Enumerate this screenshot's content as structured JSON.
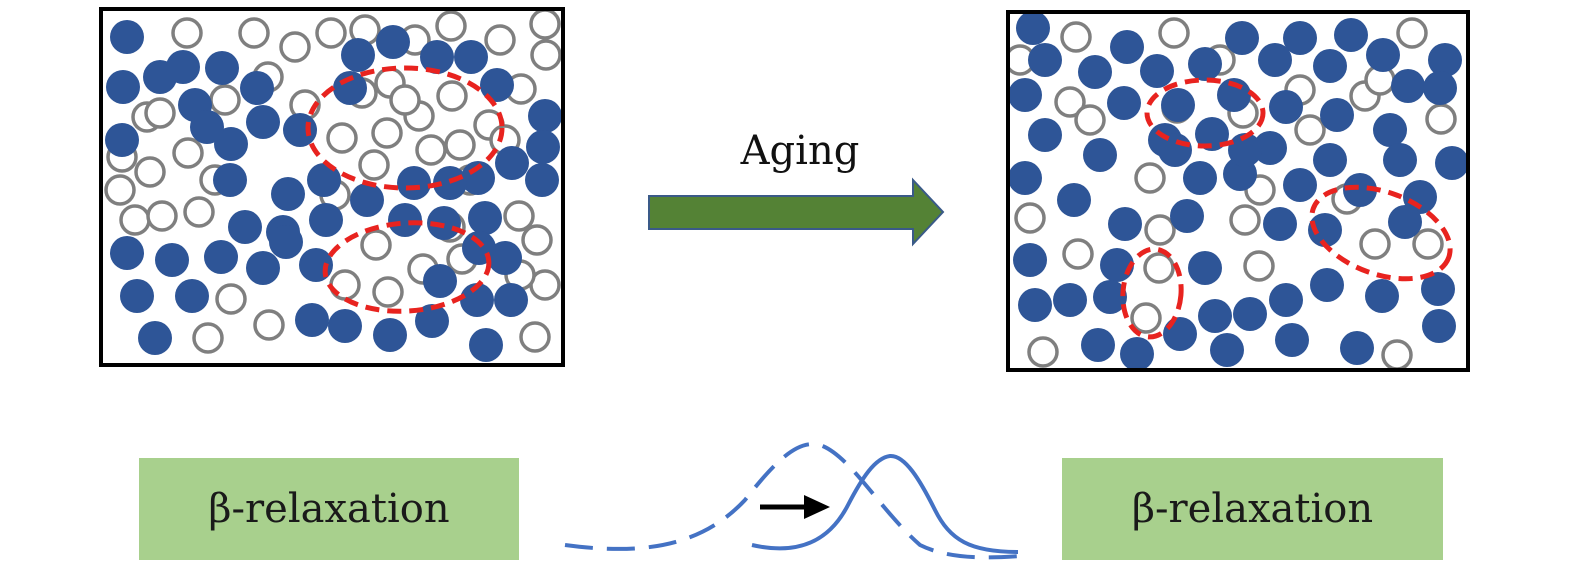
{
  "arrow_label": "Aging",
  "labels": {
    "left": "β-relaxation",
    "right": "β-relaxation"
  },
  "colors": {
    "filled_particle": "#2e5597",
    "hollow_particle": "#7f7f7f",
    "cluster_outline": "#e8231f",
    "aging_arrow": "#548235",
    "aging_arrow_edge": "#3a5a88",
    "label_box": "#a8d08d",
    "curve": "#4472c4",
    "shift_arrow": "#000000"
  },
  "panels": [
    {
      "name": "before-aging",
      "filled_particles": 54,
      "hollow_particles": 52,
      "highlighted_loose_regions": 2
    },
    {
      "name": "after-aging",
      "filled_particles": 63,
      "hollow_particles": 28,
      "highlighted_loose_regions": 3
    }
  ],
  "relaxation_peaks": [
    {
      "name": "before-aging",
      "style": "dashed"
    },
    {
      "name": "after-aging",
      "style": "solid"
    }
  ]
}
